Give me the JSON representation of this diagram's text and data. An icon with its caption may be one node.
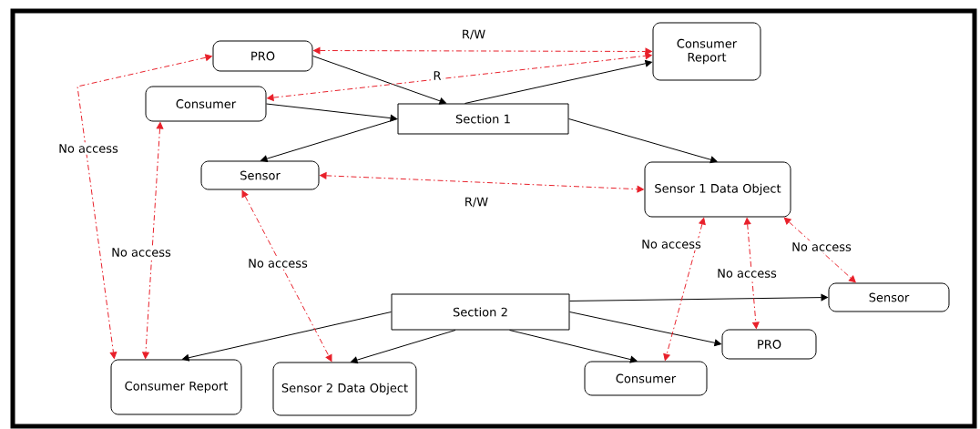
{
  "diagram": {
    "nodes": [
      {
        "text": [
          "PRO"
        ]
      },
      {
        "text": [
          "Consumer Report"
        ]
      },
      {
        "text": [
          "Consumer"
        ]
      },
      {
        "text": [
          "Section 1"
        ]
      },
      {
        "text": [
          "Sensor"
        ]
      },
      {
        "text": [
          "Sensor 1 Data Object"
        ]
      },
      {
        "text": [
          "Sensor"
        ]
      },
      {
        "text": [
          "Section 2"
        ]
      },
      {
        "text": [
          "PRO"
        ]
      },
      {
        "text": [
          "Consumer Report"
        ]
      },
      {
        "text": [
          "Sensor 2 Data Object"
        ]
      },
      {
        "text": [
          "Consumer"
        ]
      }
    ],
    "edges": [
      {
        "from": 0,
        "to": 3,
        "arrow": "to"
      },
      {
        "from": 2,
        "to": 3,
        "arrow": "to"
      },
      {
        "from": 3,
        "to": 1,
        "arrow": "to"
      },
      {
        "from": 3,
        "to": 4,
        "arrow": "to"
      },
      {
        "from": 3,
        "to": 5,
        "arrow": "to"
      },
      {
        "from": 7,
        "to": 9,
        "arrow": "to"
      },
      {
        "from": 7,
        "to": 10,
        "arrow": "to"
      },
      {
        "from": 7,
        "to": 11,
        "arrow": "to"
      },
      {
        "from": 7,
        "to": 8,
        "arrow": "to"
      },
      {
        "from": 7,
        "to": 6,
        "arrow": "to"
      },
      {
        "from": 0,
        "to": 1,
        "arrow": "both",
        "label": "R/W",
        "style": "dashed",
        "color": "#e8202a"
      },
      {
        "from": 2,
        "to": 1,
        "arrow": "both",
        "label": "R",
        "style": "dashed",
        "color": "#e8202a"
      },
      {
        "from": 4,
        "to": 5,
        "arrow": "both",
        "label": "R/W",
        "style": "dashed",
        "color": "#e8202a"
      },
      {
        "from": 0,
        "to": 9,
        "arrow": "both",
        "label": "No access",
        "style": "dashed",
        "color": "#e8202a"
      },
      {
        "from": 2,
        "to": 9,
        "arrow": "both",
        "label": "No access",
        "style": "dashed",
        "color": "#e8202a"
      },
      {
        "from": 4,
        "to": 10,
        "arrow": "both",
        "label": "No access",
        "style": "dashed",
        "color": "#e8202a"
      },
      {
        "from": 5,
        "to": 11,
        "arrow": "both",
        "label": "No access",
        "style": "dashed",
        "color": "#e8202a"
      },
      {
        "from": 5,
        "to": 8,
        "arrow": "both",
        "label": "No access",
        "style": "dashed",
        "color": "#e8202a"
      },
      {
        "from": 5,
        "to": 6,
        "arrow": "both",
        "label": "No access",
        "style": "dashed",
        "color": "#e8202a"
      }
    ]
  }
}
